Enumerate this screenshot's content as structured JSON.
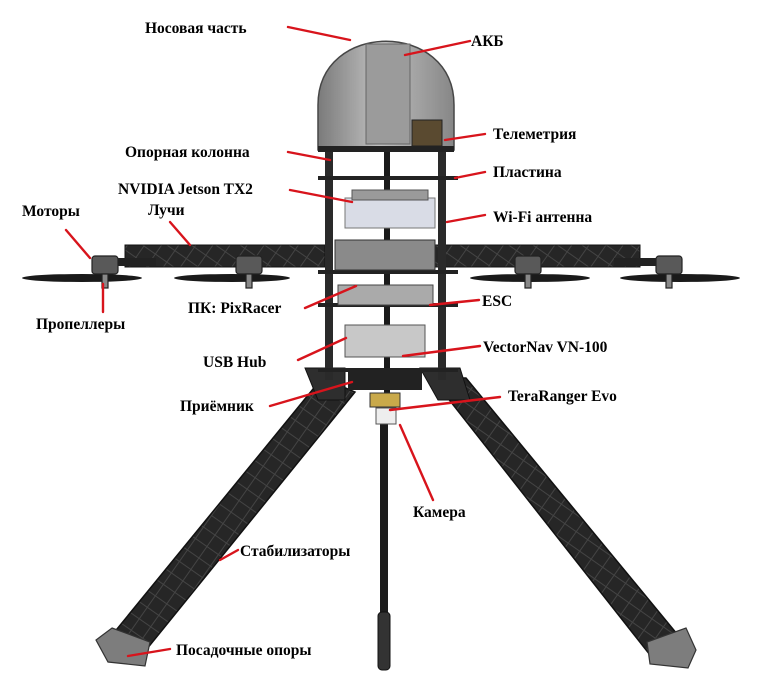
{
  "labels": {
    "nose": "Носовая часть",
    "battery": "АКБ",
    "telemetry": "Телеметрия",
    "support_column": "Опорная колонна",
    "plate": "Пластина",
    "jetson": "NVIDIA Jetson TX2",
    "arms": "Лучи",
    "motors": "Моторы",
    "wifi": "Wi-Fi антенна",
    "esc": "ESC",
    "pixracer": "ПК: PixRacer",
    "propellers": "Пропеллеры",
    "usb_hub": "USB Hub",
    "vectornav": "VectorNav VN-100",
    "receiver": "Приёмник",
    "teraranger": "TeraRanger Evo",
    "camera": "Камера",
    "stabilizers": "Стабилизаторы",
    "landing_legs": "Посадочные опоры"
  },
  "colors": {
    "leader_line": "#d8141c",
    "carbon": "#1f1f1f",
    "dome": "#8f8f8f",
    "hardware": "#9a9a9a"
  }
}
